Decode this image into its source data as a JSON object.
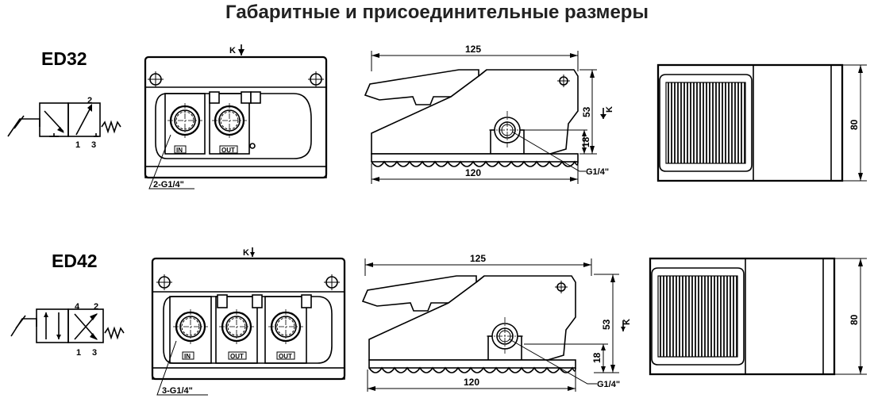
{
  "title": "Габаритные и присоединительные размеры",
  "models": [
    {
      "name": "ED32",
      "symbol_ports": {
        "top": [
          "2"
        ],
        "bottom": [
          "1",
          "3"
        ]
      },
      "front_view": {
        "k_mark": "K",
        "ports": [
          "IN",
          "OUT"
        ],
        "thread_callout": "2-G1/4\""
      },
      "side_view": {
        "length_top": "125",
        "length_bottom": "120",
        "height_total": "53",
        "height_pivot": "18",
        "k_mark": "K",
        "thread": "G1/4\""
      },
      "top_view": {
        "width": "80"
      }
    },
    {
      "name": "ED42",
      "symbol_ports": {
        "top": [
          "4",
          "2"
        ],
        "bottom": [
          "1",
          "3"
        ]
      },
      "front_view": {
        "k_mark": "K",
        "ports": [
          "IN",
          "OUT",
          "OUT"
        ],
        "thread_callout": "3-G1/4\""
      },
      "side_view": {
        "length_top": "125",
        "length_bottom": "120",
        "height_total": "53",
        "height_pivot": "18",
        "k_mark": "K",
        "thread": "G1/4\""
      },
      "top_view": {
        "width": "80"
      }
    }
  ]
}
